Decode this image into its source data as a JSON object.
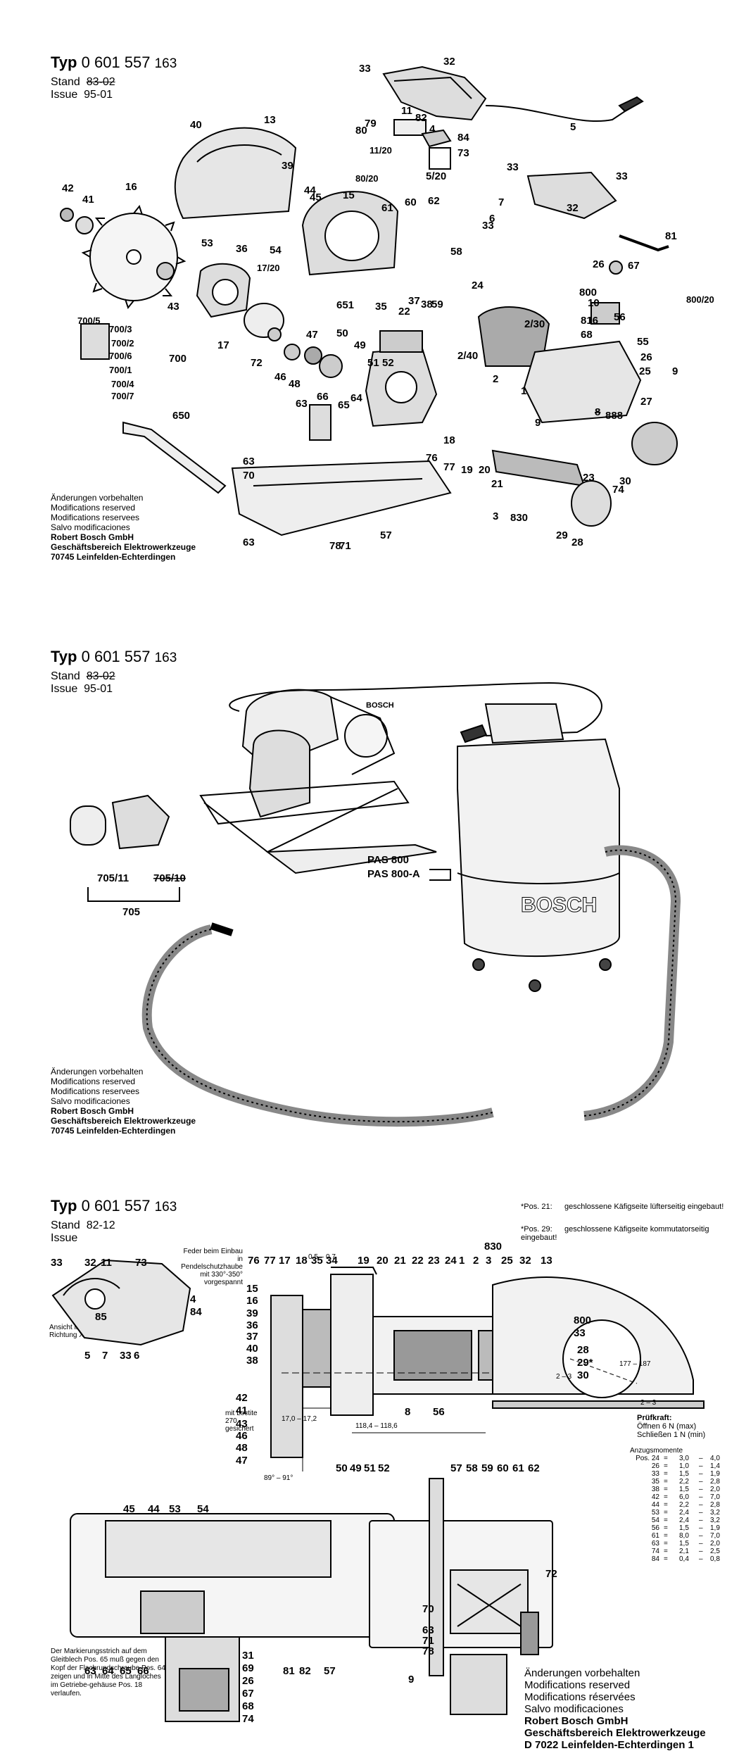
{
  "header": {
    "typ_label": "Typ",
    "part_number": "0 601 557",
    "variant": "163",
    "stand_label": "Stand",
    "stand_value_old": "83-02",
    "issue_label": "Issue",
    "issue_value": "95-01",
    "stand_value_sheet3": "82-12"
  },
  "notice": {
    "line1": "Änderungen vorbehalten",
    "line2": "Modifications reserved",
    "line3": "Modifications reservees",
    "line4": "Salvo modificaciones",
    "company": "Robert Bosch GmbH",
    "division": "Geschäftsbereich Elektrowerkzeuge",
    "address": "70745 Leinfelden-Echterdingen",
    "line3_accent": "Modifications réservées",
    "address_old": "D 7022 Leinfelden-Echterdingen 1"
  },
  "sheet1_labels": [
    "33",
    "32",
    "11",
    "82",
    "4",
    "84",
    "73",
    "5",
    "80",
    "79",
    "11/20",
    "80/20",
    "5/20",
    "7",
    "6",
    "33",
    "33",
    "32",
    "33",
    "81",
    "40",
    "13",
    "39",
    "44",
    "45",
    "15",
    "61",
    "60",
    "62",
    "58",
    "42",
    "41",
    "16",
    "36",
    "54",
    "53",
    "17/20",
    "43",
    "17",
    "72",
    "46",
    "48",
    "47",
    "50",
    "651",
    "35",
    "22",
    "49",
    "51",
    "52",
    "37",
    "38",
    "59",
    "24",
    "2/30",
    "2/40",
    "2",
    "26",
    "67",
    "800",
    "800/20",
    "10",
    "56",
    "816",
    "68",
    "55",
    "26",
    "25",
    "9",
    "1",
    "27",
    "888",
    "8",
    "700/5",
    "700/3",
    "700/2",
    "700/6",
    "700/1",
    "700/4",
    "700/7",
    "700",
    "650",
    "63",
    "66",
    "65",
    "64",
    "18",
    "76",
    "77",
    "19",
    "20",
    "21",
    "3",
    "830",
    "23",
    "29",
    "28",
    "30",
    "74",
    "63",
    "70",
    "78",
    "71",
    "57",
    "63",
    "9"
  ],
  "sheet2": {
    "labels": [
      "705/11",
      "705/10",
      "705",
      "PAS 800",
      "PAS 800-A"
    ],
    "brand_vac": "BOSCH",
    "brand_saw": "BOSCH"
  },
  "sheet3": {
    "pos_notes": [
      {
        "pos": "*Pos. 21:",
        "text": "geschlossene Käfigseite lüfterseitig eingebaut!"
      },
      {
        "pos": "*Pos. 29:",
        "text": "geschlossene Käfigseite kommutatorseitig eingebaut!"
      }
    ],
    "feder_note": "Feder beim Einbau in Pendelschutzhaube mit 330°-350° vorgespannt",
    "loctite_note": "mit Loctite 270 gesichert",
    "ansicht_note": "Ansicht in Richtung X",
    "dims": [
      "0,5 – 0,7",
      "17,0 – 17,2",
      "118,4 – 118,6",
      "89° – 91°",
      "2 – 3",
      "2 – 3",
      "177 – 187"
    ],
    "pruefkraft_title": "Prüfkraft:",
    "pruefkraft_open": "Öffnen 6 N (max)",
    "pruefkraft_close": "Schließen 1 N (min)",
    "torque_title": "Anzugsmomente",
    "torque_rows": [
      {
        "pos": "Pos. 24",
        "a": "3,0",
        "b": "4,0"
      },
      {
        "pos": "26",
        "a": "1,0",
        "b": "1,4"
      },
      {
        "pos": "33",
        "a": "1,5",
        "b": "1,9"
      },
      {
        "pos": "35",
        "a": "2,2",
        "b": "2,8"
      },
      {
        "pos": "38",
        "a": "1,5",
        "b": "2,0"
      },
      {
        "pos": "42",
        "a": "6,0",
        "b": "7,0"
      },
      {
        "pos": "44",
        "a": "2,2",
        "b": "2,8"
      },
      {
        "pos": "53",
        "a": "2,4",
        "b": "3,2"
      },
      {
        "pos": "54",
        "a": "2,4",
        "b": "3,2"
      },
      {
        "pos": "56",
        "a": "1,5",
        "b": "1,9"
      },
      {
        "pos": "61",
        "a": "8,0",
        "b": "7,0"
      },
      {
        "pos": "63",
        "a": "1,5",
        "b": "2,0"
      },
      {
        "pos": "74",
        "a": "2,1",
        "b": "2,5"
      },
      {
        "pos": "84",
        "a": "0,4",
        "b": "0,8"
      }
    ],
    "marker_note": "Der Markierungsstrich auf dem Gleitblech Pos. 65 muß gegen den Kopf der Flachrundschraube Pos. 64 zeigen und in Mitte des Langloches im Getriebe-gehäuse Pos. 18 verlaufen.",
    "top_labels": [
      "76",
      "77",
      "17",
      "18",
      "35",
      "34",
      "19",
      "20",
      "21",
      "22",
      "23",
      "24",
      "1",
      "2",
      "3",
      "25",
      "32",
      "13",
      "830"
    ],
    "left_labels": [
      "15",
      "16",
      "39",
      "36",
      "37",
      "40",
      "38",
      "42",
      "41",
      "43",
      "46",
      "48",
      "47"
    ],
    "bottom_labels": [
      "50",
      "49",
      "51",
      "52",
      "57",
      "58",
      "59",
      "60",
      "61",
      "62"
    ],
    "right_labels": [
      "800",
      "33",
      "28",
      "29*",
      "30",
      "8",
      "56"
    ],
    "detail_labels": [
      "33",
      "32",
      "11",
      "73",
      "4",
      "85",
      "84",
      "5",
      "7",
      "33",
      "6"
    ],
    "plan_labels": [
      "45",
      "44",
      "53",
      "54",
      "63",
      "64",
      "65",
      "66",
      "31",
      "69",
      "26",
      "67",
      "68",
      "74",
      "81",
      "82",
      "57"
    ],
    "side_labels": [
      "72",
      "70",
      "63",
      "71",
      "78",
      "9"
    ]
  }
}
